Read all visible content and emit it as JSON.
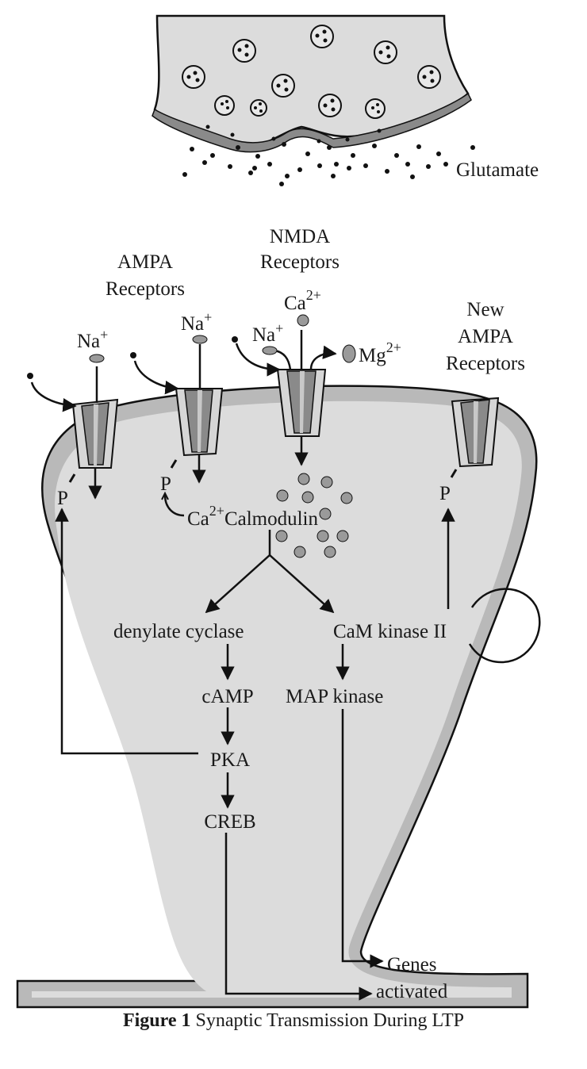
{
  "labels": {
    "glutamate": "Glutamate",
    "nmda_1": "NMDA",
    "nmda_2": "Receptors",
    "ampa_1": "AMPA",
    "ampa_2": "Receptors",
    "new_1": "New",
    "new_2": "AMPA",
    "new_3": "Receptors",
    "na": "Na",
    "plus": "+",
    "ca": "Ca",
    "ca_sup": "2+",
    "mg": "Mg",
    "mg_sup": "2+",
    "p": "P",
    "calmodulin": "Calmodulin",
    "adenylate": "denylate cyclase",
    "camk": "CaM kinase II",
    "camp": "cAMP",
    "mapk": "MAP kinase",
    "pka": "PKA",
    "creb": "CREB",
    "genes": "Genes",
    "activated": "activated"
  },
  "caption": {
    "bold": "Figure 1",
    "text": " Synaptic Transmission During LTP"
  },
  "colors": {
    "membrane": "#b9b9b9",
    "cytoplasm": "#dcdcdc",
    "dark_membrane": "#8a8a8a",
    "ion_gray": "#9a9a9a",
    "ink": "#111111"
  }
}
